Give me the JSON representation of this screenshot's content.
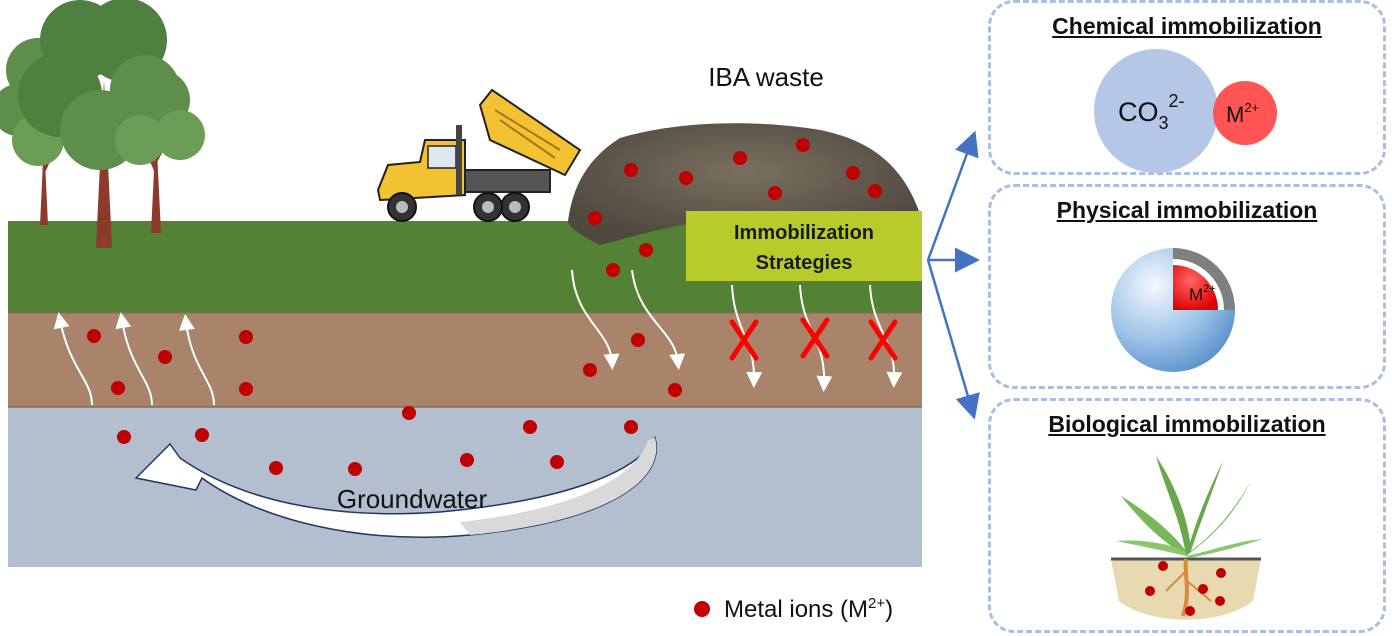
{
  "labels": {
    "iba_waste": "IBA waste",
    "strategies_line1": "Immobilization",
    "strategies_line2": "Strategies",
    "groundwater": "Groundwater"
  },
  "legend": {
    "text_prefix": "Metal ions (M",
    "text_sup": "2+",
    "text_suffix": ")"
  },
  "panels": {
    "chemical": {
      "title": "Chemical immobilization",
      "carbonate_base": "CO",
      "carbonate_sub": "3",
      "carbonate_sup": "2-",
      "metal_base": "M",
      "metal_sup": "2+"
    },
    "physical": {
      "title": "Physical immobilization",
      "metal_base": "M",
      "metal_sup": "2+"
    },
    "biological": {
      "title": "Biological immobilization"
    }
  },
  "colors": {
    "grass": "#548235",
    "soil": "#a9846a",
    "groundwater": "#b3bfcf",
    "metal_ion": "#c00000",
    "strategies_box": "#b7cc2a",
    "panel_border": "#a9bfe0",
    "arrow_blue": "#4472c4",
    "block_x": "#ff0000"
  },
  "icons": [
    "tree-icon",
    "dump-truck-icon",
    "waste-pile-icon",
    "plant-icon",
    "sphere-icon"
  ]
}
